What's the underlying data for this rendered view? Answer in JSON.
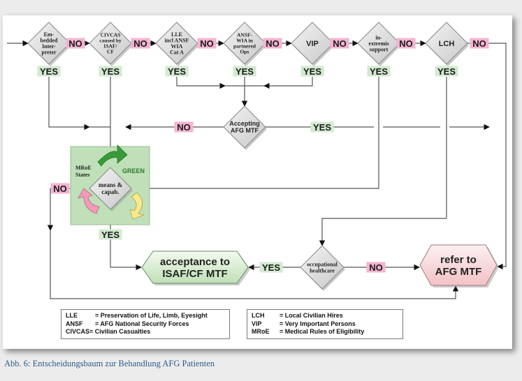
{
  "caption": "Abb. 6: Entscheidungsbaum zur Behandlung AFG Patienten",
  "colors": {
    "no_label": "#f2b4d0",
    "yes_label": "#d3ead0",
    "diamond": "#dcdcdc",
    "mroe_box": "#bfe0b8",
    "accept_isaf": "#d9eed3",
    "refer_afg": "#f7d0d4",
    "caption": "#2e5a8a"
  },
  "top_row": [
    {
      "id": "embedded-interpreter",
      "lines": [
        "Em-",
        "bedded",
        "Inter-",
        "preter"
      ]
    },
    {
      "id": "civcas",
      "lines": [
        "CIVCAS",
        "caused by",
        "ISAF/",
        "CF"
      ]
    },
    {
      "id": "lle",
      "lines": [
        "LLE",
        "incl ANSF",
        "WIA",
        "Cat A"
      ]
    },
    {
      "id": "ansf",
      "lines": [
        "ANSF-",
        "WIA in",
        "partnered",
        "Ops"
      ]
    },
    {
      "id": "vip",
      "lines": [
        "VIP"
      ]
    },
    {
      "id": "in-extremis",
      "lines": [
        "in-",
        "extremis",
        "support"
      ]
    },
    {
      "id": "lch",
      "lines": [
        "LCH"
      ]
    }
  ],
  "labels": {
    "no": "NO",
    "yes": "YES"
  },
  "accepting_afg_mtf": [
    "Accepting",
    "AFG MTF"
  ],
  "means_capab": [
    "means &",
    "capab."
  ],
  "mroe_states": [
    "MRoE",
    "States"
  ],
  "green": "GREEN",
  "occupational_healthcare": [
    "occupational",
    "healthcare"
  ],
  "acceptance_isaf": [
    "acceptance to",
    "ISAF/CF MTF"
  ],
  "refer_afg": [
    "refer to",
    "AFG MTF"
  ],
  "legend_left": [
    {
      "abbr": "LLE",
      "def": "= Preservation of Life, Limb, Eyesight"
    },
    {
      "abbr": "ANSF",
      "def": "= AFG National Security Forces"
    },
    {
      "abbr": "CIVCAS",
      "def": "= Civilian Casualties"
    }
  ],
  "legend_right": [
    {
      "abbr": "LCH",
      "def": "= Local Civilian Hires"
    },
    {
      "abbr": "VIP",
      "def": "= Very Important Persons"
    },
    {
      "abbr": "MRoE",
      "def": "= Medical Rules of Eligibility"
    }
  ]
}
